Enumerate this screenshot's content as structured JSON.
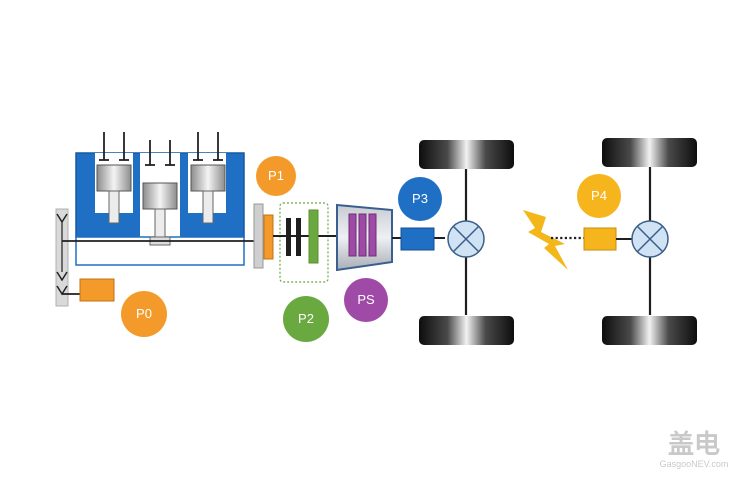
{
  "colors": {
    "engine_blue": "#1f6fc5",
    "p0": "#f39a2b",
    "p1": "#f39a2b",
    "p2": "#6aa940",
    "p3": "#1f6fc5",
    "p4": "#f6b51d",
    "ps": "#a04aa8",
    "bolt": "#f3b71a",
    "hub": "#cfe3f5",
    "wheel": "#1a1a1a"
  },
  "labels": {
    "p0": "P0",
    "p1": "P1",
    "p2": "P2",
    "p3": "P3",
    "p4": "P4",
    "ps": "PS"
  },
  "watermark": {
    "chars": "盖电",
    "site": "GasgooNEV.com"
  }
}
